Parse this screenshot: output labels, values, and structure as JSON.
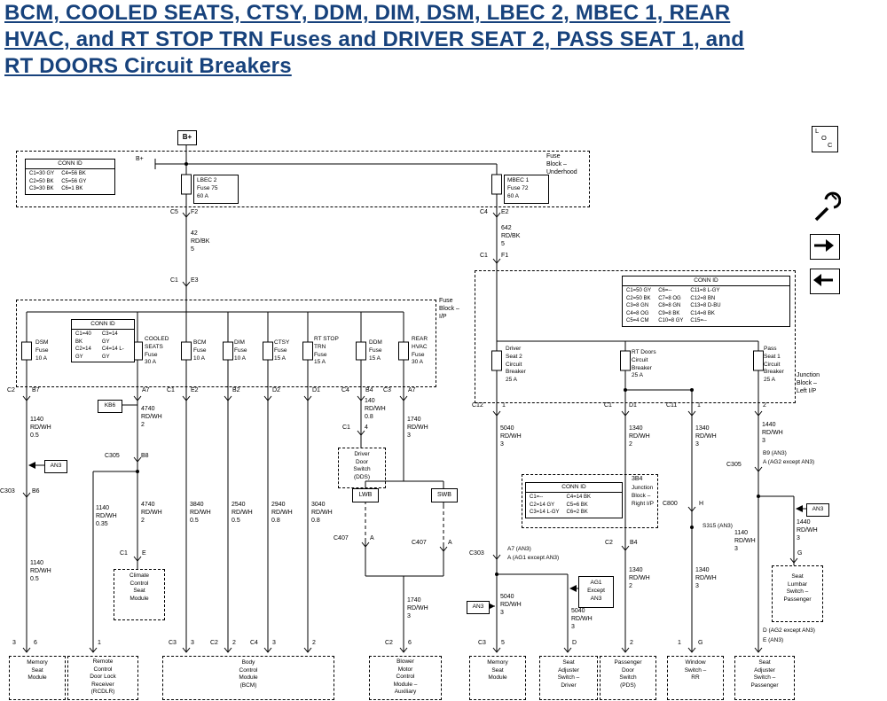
{
  "title": {
    "line1": "BCM, COOLED SEATS, CTSY, DDM, DIM, DSM, LBEC 2, MBEC 1, REAR",
    "line2": "HVAC, and RT STOP TRN Fuses and DRIVER SEAT 2, PASS SEAT 1, and",
    "line3": "RT DOORS Circuit Breakers"
  },
  "colors": {
    "title_blue": "#17427c",
    "line_black": "#000000"
  },
  "nav": {
    "loc": [
      "L",
      "O",
      "C"
    ]
  },
  "power": {
    "bplus_box": "B+",
    "bplus_label": "B+"
  },
  "underhood": {
    "name": "Fuse\nBlock –\nUnderhood",
    "conn": {
      "header": "CONN ID",
      "col1": "C1=30 GY\nC2=50 BK\nC3=30 BK",
      "col2": "C4=56 BK\nC5=56 GY\nC6=1 BK"
    },
    "lbec2": "LBEC 2\nFuse 75\n60 A",
    "mbec1": "MBEC 1\nFuse 72\n60 A",
    "c5": "C5",
    "f2": "F2",
    "w42": "42\nRD/BK\n5",
    "c1a": "C1",
    "e3": "E3",
    "c4": "C4",
    "e2": "E2",
    "w642": "642\nRD/BK\n5",
    "c1b": "C1",
    "f1": "F1"
  },
  "ip": {
    "name": "Fuse\nBlock –\nI/P",
    "conn": {
      "header": "CONN ID",
      "col1": "C1=40 BK\nC2=14 GY",
      "col2": "C3=14 GY\nC4=14 L-GY"
    },
    "fuses": [
      {
        "label": "DSM\nFuse\n10 A",
        "pl": "C2",
        "pr": "B7"
      },
      {
        "label": "COOLED\nSEATS\nFuse\n30 A",
        "pr": "A7"
      },
      {
        "label": "BCM\nFuse\n10 A",
        "pl": "C1",
        "pr": "E2"
      },
      {
        "label": "DIM\nFuse\n10 A",
        "pr": "B2"
      },
      {
        "label": "CTSY\nFuse\n15 A",
        "pr": "D2"
      },
      {
        "label": "RT STOP\nTRN\nFuse\n15 A",
        "pr": "D1"
      },
      {
        "label": "DDM\nFuse\n15 A",
        "pl": "C4",
        "pr": "B4"
      },
      {
        "label": "REAR\nHVAC\nFuse\n30 A",
        "pl": "C3",
        "pr": "A7"
      }
    ]
  },
  "jb": {
    "name": "Junction\nBlock –\nLeft I/P",
    "conn": {
      "header": "CONN ID",
      "col1": "C1=50 GY\nC2=50 BK\nC3=8 GN\nC4=8 OG\nC5=4 CM",
      "col2": "C6=--\nC7=8 OG\nC8=8 GN\nC9=8 BK\nC10=8 GY",
      "col3": "C11=8 L-GY\nC12=8 BN\nC13=8 D-BU\nC14=8 BK\nC15=--"
    },
    "cb1": "Driver\nSeat 2\nCircuit\nBreaker\n25 A",
    "cb2": "RT Doors\nCircuit\nBreaker\n25 A",
    "cb3": "Pass\nSeat 1\nCircuit\nBreaker\n25 A",
    "o1l": "C12",
    "o1r": "1",
    "o2l": "C1",
    "o2r": "D1",
    "o3l": "C11",
    "o3r": "1",
    "o4r": "2"
  },
  "runs": {
    "dsm": {
      "w1": "1140\nRD/WH\n0.5",
      "an3": "AN3",
      "c303": "C303",
      "b6": "B6",
      "w2": "1140\nRD/WH\n0.5",
      "pl": "3",
      "pr": "6"
    },
    "rcdlr": {
      "w": "1140\nRD/WH\n0.35",
      "pin": "1"
    },
    "cooled": {
      "kb6": "KB6",
      "w1": "4740\nRD/WH\n2",
      "c305": "C305",
      "b8": "B8",
      "w2": "4740\nRD/WH\n2",
      "c1": "C1",
      "e": "E"
    },
    "bcm": {
      "w1": "3840\nRD/WH\n0.5",
      "w2": "2540\nRD/WH\n0.5",
      "w3": "2940\nRD/WH\n0.8",
      "w4": "3040\nRD/WH\n0.8",
      "p1l": "C3",
      "p1r": "3",
      "p2l": "C2",
      "p2r": "2",
      "p3l": "C4",
      "p3r": "3",
      "p4r": "2"
    },
    "dds": {
      "w": "140\nRD/WH\n0.8",
      "c1": "C1",
      "p": "4"
    },
    "hvac": {
      "w1": "1740\nRD/WH\n3",
      "lwb": "LWB",
      "swb": "SWB",
      "c407a": "C407",
      "pa": "A",
      "c407b": "C407",
      "pb": "A",
      "w2": "1740\nRD/WH\n3",
      "pl": "C2",
      "pr": "6"
    },
    "seat2": {
      "w1": "5040\nRD/WH\n3",
      "c303": "C303",
      "a7": "A7 (AN3)",
      "a": "A (AG1 except AN3)",
      "an3": "AN3",
      "ag1": "AG1\nExcept\nAN3",
      "w2": "5040\nRD/WH\n3",
      "w3": "5040\nRD/WH\n3",
      "pl": "C3",
      "pr": "5",
      "pd": "D"
    },
    "doors": {
      "w1": "1340\nRD/WH\n2",
      "jb3b4": "3B4",
      "jbname": "Junction\nBlock –\nRight I/P",
      "conn": {
        "header": "CONN ID",
        "col1": "C1=--\nC2=14 GY\nC3=14 L-GY",
        "col2": "C4=14 BK\nC5=6 BK\nC6=2 BK"
      },
      "c2": "C2",
      "b4": "B4",
      "w2": "1340\nRD/WH\n2",
      "p2": "2",
      "w3": "1340\nRD/WH\n3",
      "c800": "C800",
      "h": "H",
      "s315": "S315 (AN3)",
      "w4": "1340\nRD/WH\n3",
      "p3l": "1",
      "p3r": "G"
    },
    "seat1": {
      "w1": "1440\nRD/WH\n3",
      "c305": "C305",
      "b9": "B9 (AN3)",
      "a": "A (AG2 except AN3)",
      "an3": "AN3",
      "w2": "1440\nRD/WH\n3",
      "pg": "G",
      "w3": "1140\nRD/WH\n3",
      "pd": "D (AG2 except AN3)",
      "pe": "E (AN3)"
    }
  },
  "modules": {
    "memory_l": "Memory\nSeat\nModule",
    "rcdlr": "Remote\nControl\nDoor Lock\nReceiver\n(RCDLR)",
    "climate": "Climate\nControl\nSeat\nModule",
    "bcm": "Body\nControl\nModule\n(BCM)",
    "dds": "Driver\nDoor\nSwitch\n(DDS)",
    "blower": "Blower\nMotor\nControl\nModule –\nAuxiliary",
    "memory_r": "Memory\nSeat\nModule",
    "adj_driver": "Seat\nAdjuster\nSwitch –\nDriver",
    "pds": "Passenger\nDoor\nSwitch\n(PDS)",
    "window_rr": "Window\nSwitch –\nRR",
    "adj_pass": "Seat\nAdjuster\nSwitch –\nPassenger",
    "lumbar": "Seat\nLumbar\nSwitch –\nPassenger"
  }
}
